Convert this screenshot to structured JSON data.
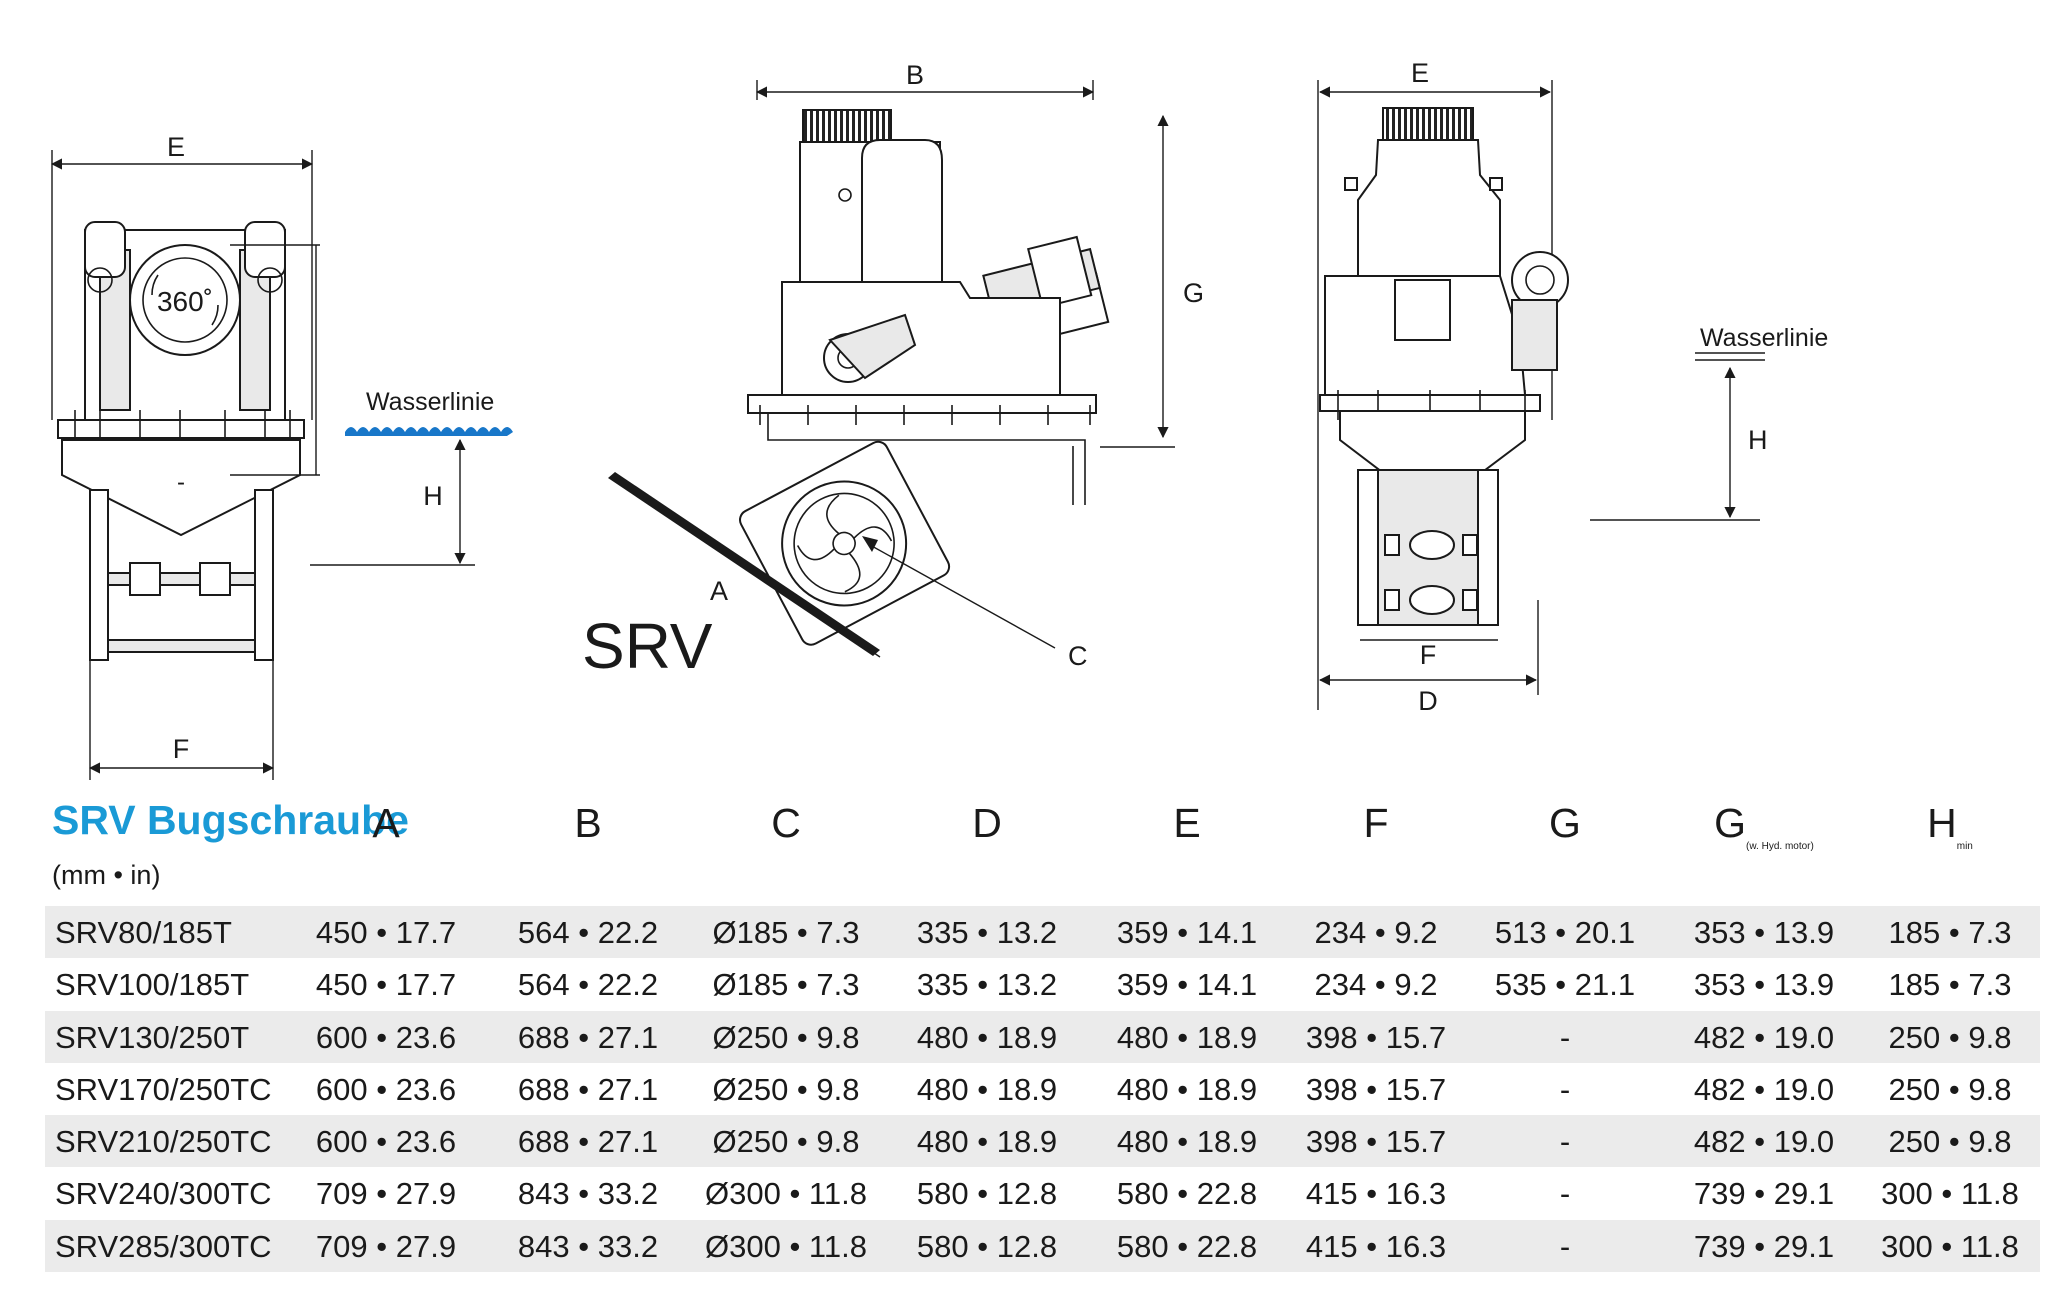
{
  "drawings": {
    "labels": {
      "a": "A",
      "b": "B",
      "c": "C",
      "d": "D",
      "e": "E",
      "f": "F",
      "g": "G",
      "h": "H"
    },
    "rotation_label": "360˚",
    "product_mark": "SRV",
    "waterline_label": "Wasserlinie",
    "colors": {
      "water": "#1877c9",
      "title": "#1a9ad6",
      "row_shade": "#ebebeb"
    }
  },
  "table": {
    "title": "SRV Bugschraube",
    "unit": "(mm • in)",
    "headers": [
      {
        "label": "A",
        "sub": ""
      },
      {
        "label": "B",
        "sub": ""
      },
      {
        "label": "C",
        "sub": ""
      },
      {
        "label": "D",
        "sub": ""
      },
      {
        "label": "E",
        "sub": ""
      },
      {
        "label": "F",
        "sub": ""
      },
      {
        "label": "G",
        "sub": ""
      },
      {
        "label": "G",
        "sub": "(w. Hyd. motor)"
      },
      {
        "label": "H",
        "sub": "min"
      }
    ],
    "rows": [
      {
        "model": "SRV80/185T",
        "cells": [
          "450 • 17.7",
          "564 • 22.2",
          "Ø185 • 7.3",
          "335 • 13.2",
          "359 • 14.1",
          "234 • 9.2",
          "513 • 20.1",
          "353 • 13.9",
          "185 • 7.3"
        ]
      },
      {
        "model": "SRV100/185T",
        "cells": [
          "450 • 17.7",
          "564 • 22.2",
          "Ø185 • 7.3",
          "335 • 13.2",
          "359 • 14.1",
          "234 • 9.2",
          "535 • 21.1",
          "353 • 13.9",
          "185 • 7.3"
        ]
      },
      {
        "model": "SRV130/250T",
        "cells": [
          "600 • 23.6",
          "688 • 27.1",
          "Ø250 • 9.8",
          "480 • 18.9",
          "480 • 18.9",
          "398 • 15.7",
          "-",
          "482 • 19.0",
          "250 • 9.8"
        ]
      },
      {
        "model": "SRV170/250TC",
        "cells": [
          "600 • 23.6",
          "688 • 27.1",
          "Ø250 • 9.8",
          "480 • 18.9",
          "480 • 18.9",
          "398 • 15.7",
          "-",
          "482 • 19.0",
          "250 • 9.8"
        ]
      },
      {
        "model": "SRV210/250TC",
        "cells": [
          "600 • 23.6",
          "688 • 27.1",
          "Ø250 • 9.8",
          "480 • 18.9",
          "480 • 18.9",
          "398 • 15.7",
          "-",
          "482 • 19.0",
          "250 • 9.8"
        ]
      },
      {
        "model": "SRV240/300TC",
        "cells": [
          "709 • 27.9",
          "843 • 33.2",
          "Ø300 • 11.8",
          "580 • 12.8",
          "580 • 22.8",
          "415 • 16.3",
          "-",
          "739 • 29.1",
          "300 • 11.8"
        ]
      },
      {
        "model": "SRV285/300TC",
        "cells": [
          "709 • 27.9",
          "843 • 33.2",
          "Ø300 • 11.8",
          "580 • 12.8",
          "580 • 22.8",
          "415 • 16.3",
          "-",
          "739 • 29.1",
          "300 • 11.8"
        ]
      }
    ]
  }
}
